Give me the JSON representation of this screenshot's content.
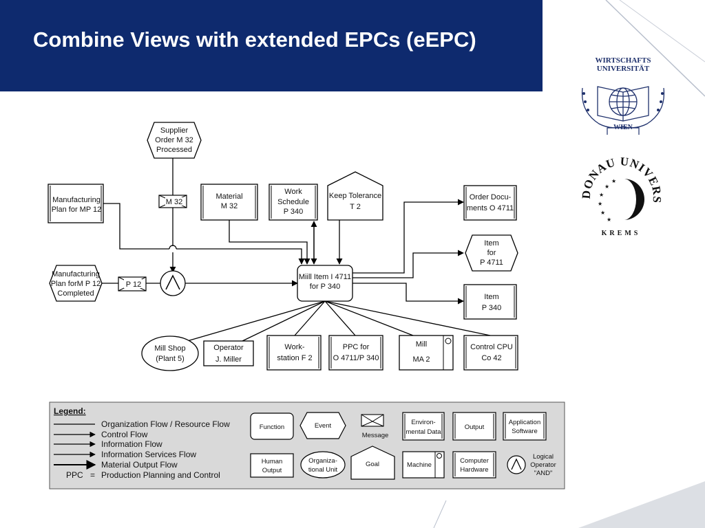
{
  "slide": {
    "title": "Combine Views with extended EPCs (eEPC)"
  },
  "logos": {
    "wu": {
      "line1": "WIRTSCHAFTS",
      "line2": "UNIVERSITÄT",
      "city": "WIEN"
    },
    "donau": {
      "arc": "DONAU UNIVERSITÄT",
      "krems": "KREMS"
    }
  },
  "diagram": {
    "supplier_order": [
      "Supplier",
      "Order M 32",
      "Processed"
    ],
    "msg_m32": "M 32",
    "mfg_plan": [
      "Manufacturing",
      "Plan for MP 12"
    ],
    "material": [
      "Material",
      "M 32"
    ],
    "work_schedule": [
      "Work",
      "Schedule",
      "P 340"
    ],
    "keep_tolerance": [
      "Keep Tolerance",
      "T 2"
    ],
    "order_docs": [
      "Order Docu-",
      "ments O 4711"
    ],
    "item_for": [
      "Item",
      "for",
      "P 4711"
    ],
    "mfg_completed": [
      "Manufacturing",
      "Plan forM P 12",
      "Completed"
    ],
    "msg_p12": "P 12",
    "mill_item": [
      "Miill Item I 4711",
      "for P 340"
    ],
    "item_p340": [
      "Item",
      "P 340"
    ],
    "mill_shop": [
      "Mill Shop",
      "(Plant 5)"
    ],
    "operator": [
      "Operator",
      "J. Miller"
    ],
    "workstation": [
      "Work-",
      "station F 2"
    ],
    "ppc": [
      "PPC for",
      "O 4711/P 340"
    ],
    "mill": [
      "Mill",
      "MA 2"
    ],
    "control_cpu": [
      "Control CPU",
      "Co 42"
    ]
  },
  "legend": {
    "heading": "Legend:",
    "flows": [
      "Organization Flow / Resource Flow",
      "Control Flow",
      "Information Flow",
      "Information Services Flow",
      "Material Output Flow"
    ],
    "ppc_abbr": "PPC",
    "ppc_eq": "=",
    "ppc_def": "Production Planning and Control",
    "function": "Function",
    "event": "Event",
    "message": "Message",
    "environmental": [
      "Environ-",
      "mental Data"
    ],
    "output": "Output",
    "application": [
      "Application",
      "Software"
    ],
    "human_output": [
      "Human",
      "Output"
    ],
    "org_unit": [
      "Organiza-",
      "tional Unit"
    ],
    "goal": "Goal",
    "machine": "Machine",
    "hardware": [
      "Computer",
      "Hardware"
    ],
    "logical": [
      "Logical",
      "Operator",
      "\"AND\""
    ]
  },
  "colors": {
    "header": "#0e2a6e",
    "legend_bg": "#d9d9d9",
    "logo": "#1d2f6b"
  }
}
